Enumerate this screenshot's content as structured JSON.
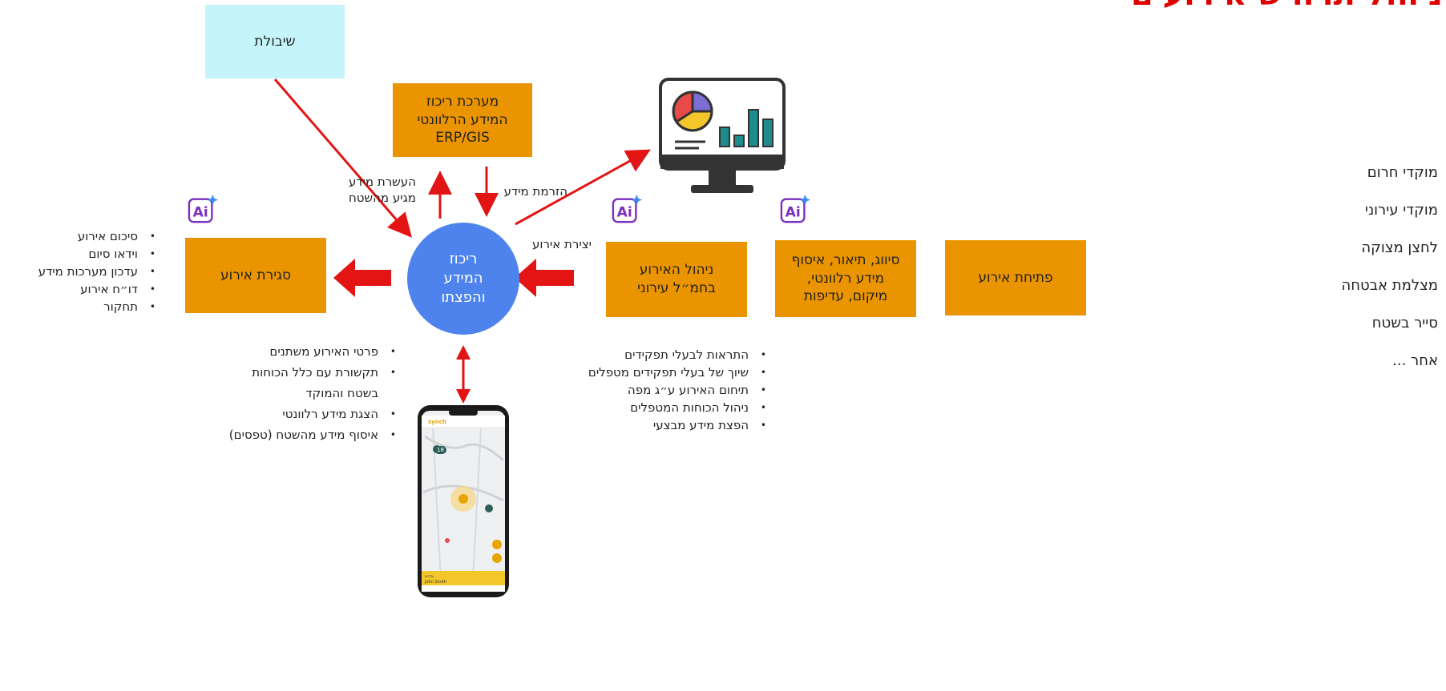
{
  "title": "ניהול תרחיש אירועים",
  "boxes": {
    "traffic": "שיבולת",
    "central_system": "מערכת ריכוז\nהמידע הרלוונטי\nERP/GIS",
    "close_event": "סגירת אירוע",
    "manage_event": "ניהול האירוע\nבחמ״ל עירוני",
    "classify": "סיווג, תיאור, איסוף\nמידע רלוונטי,\nמיקום, עדיפות",
    "open_event": "פתיחת אירוע",
    "hub": "ריכוז\nהמידע\nוהפצתו"
  },
  "arrow_labels": {
    "enrich": "העשרת מידע\nמגיע מהשטח",
    "push_info": "הזרמת מידע",
    "create_event": "יצירת אירוע"
  },
  "lists": {
    "close": [
      "סיכום אירוע",
      "וידאו סיום",
      "עדכון מערכות מידע",
      "דו״ח אירוע",
      "תחקור"
    ],
    "hub": [
      {
        "text": "פרטי האירוע משתנים",
        "bullet": true
      },
      {
        "text": "תקשורת עם כלל הכוחות",
        "bullet": true
      },
      {
        "text": "בשטח והמוקד",
        "bullet": false
      },
      {
        "text": "הצגת מידע רלוונטי",
        "bullet": true
      },
      {
        "text": "איסוף מידע מהשטח (טפסים)",
        "bullet": true
      }
    ],
    "manage": [
      "התראות לבעלי תפקידים",
      "שיוך של בעלי תפקידים מטפלים",
      "תיחום האירוע ע״ג מפה",
      "ניהול הכוחות המטפלים",
      "הפצת מידע מבצעי"
    ],
    "sources": [
      "מוקדי חרום",
      "מוקדי עירוני",
      "לחצן מצוקה",
      "מצלמת אבטחה",
      "סייר בשטח",
      "אחר ..."
    ]
  },
  "ai_badge": "Ai",
  "phone": {
    "brand": "synch",
    "bottom_line1": "עדכון",
    "bottom_line2": "John Smith",
    "map_markers": [
      "18"
    ]
  },
  "colors": {
    "orange": "#ea9400",
    "cyan": "#c6f4fb",
    "hub_blue": "#4e83ee",
    "arrow_red": "#e31414",
    "title_red": "#e00000",
    "ai_purple": "#7b2fbf",
    "ai_star": "#3b8cf0"
  },
  "icons": [
    "monitor-chart-icon",
    "ai-icon",
    "smartphone-icon"
  ]
}
